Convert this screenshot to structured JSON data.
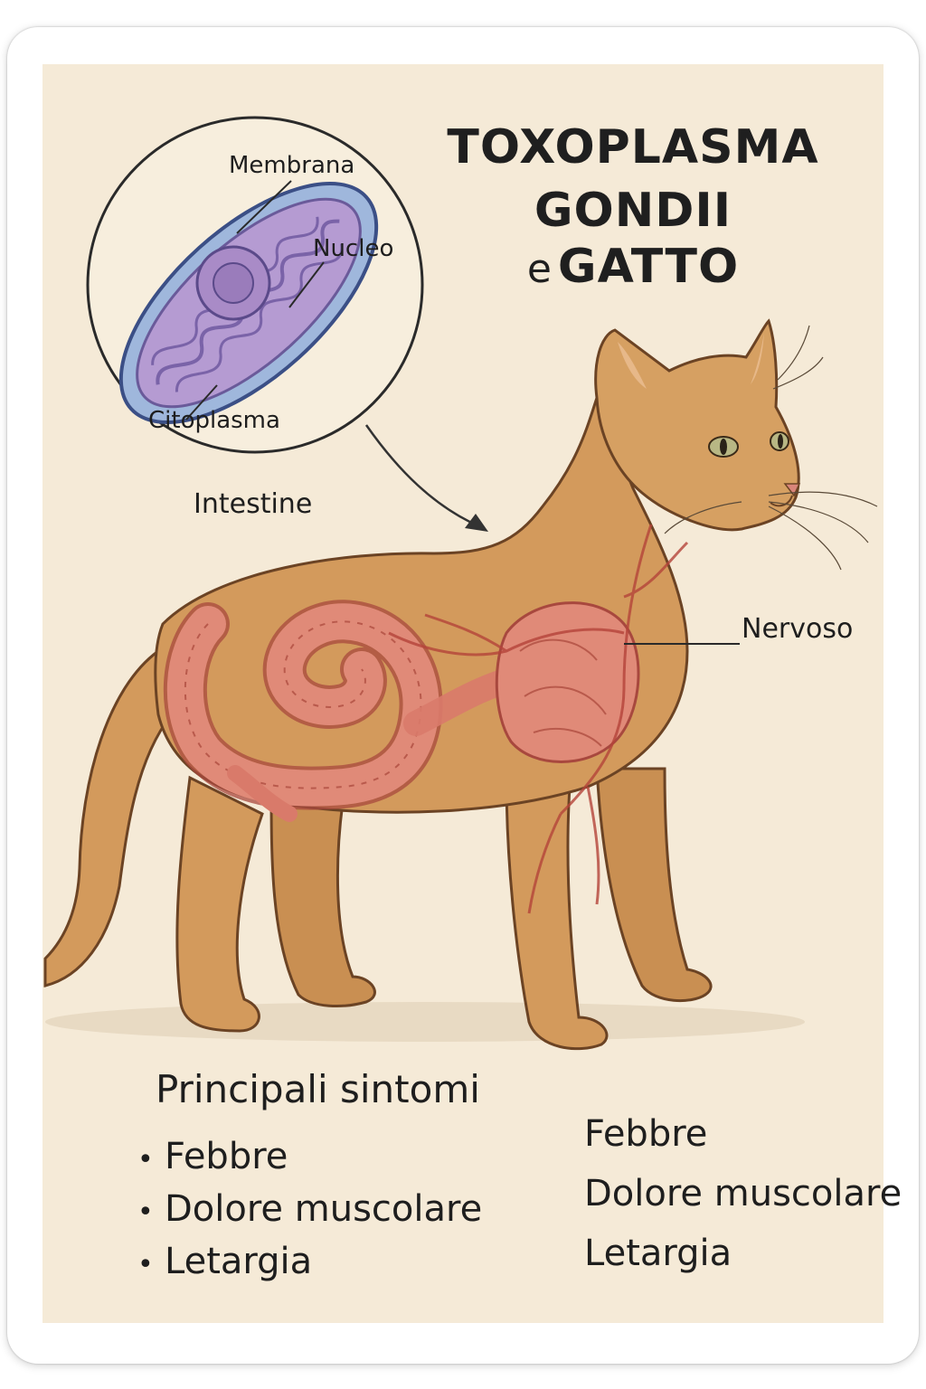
{
  "title": {
    "line1": "TOXOPLASMA",
    "line2": "GONDII",
    "line3_small": "e",
    "line3_big": "GATTO"
  },
  "parasite_labels": {
    "membrane": "Membrana",
    "nucleus": "Nucleo",
    "cytoplasm": "Citoplasma"
  },
  "organ_labels": {
    "intestine": "Intestine",
    "nervous": "Nervoso"
  },
  "symptoms": {
    "heading": "Principali sintomi",
    "items": [
      "Febbre",
      "Dolore muscolare",
      "Letargia"
    ],
    "right_items": [
      "Febbre",
      "Dolore muscolare",
      "Letargia"
    ]
  },
  "colors": {
    "background": "#f5ead7",
    "cat_fur": "#d39a5c",
    "organs": "#d97a6a",
    "parasite_membrane": "#7d9ac7",
    "parasite_body": "#b59bd2"
  }
}
